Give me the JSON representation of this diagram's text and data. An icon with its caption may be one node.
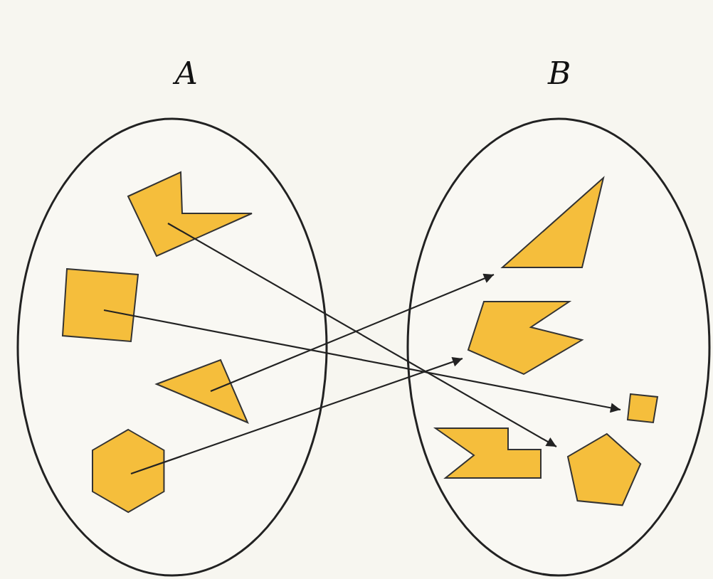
{
  "diagram": {
    "nodes": [
      {
        "text": [
          "A"
        ]
      },
      {
        "text": [],
        "shape": "polygon",
        "in": 0
      },
      {
        "text": [],
        "shape": "box",
        "in": 0
      },
      {
        "text": [],
        "shape": "triangle",
        "in": 0
      },
      {
        "text": [],
        "shape": "hexagon",
        "in": 0
      },
      {
        "text": [
          "B"
        ]
      },
      {
        "text": [],
        "shape": "triangle",
        "in": 5
      },
      {
        "text": [],
        "shape": "polygon",
        "in": 5
      },
      {
        "text": [],
        "shape": "box",
        "in": 5
      },
      {
        "text": [],
        "shape": "polygon",
        "in": 5
      },
      {
        "text": [],
        "shape": "pentagon",
        "in": 5
      }
    ],
    "edges": [
      {
        "from": 1,
        "to": 10,
        "arrow": "to"
      },
      {
        "from": 2,
        "to": 8,
        "arrow": "to"
      },
      {
        "from": 3,
        "to": 6,
        "arrow": "to"
      },
      {
        "from": 4,
        "to": 7,
        "arrow": "to"
      }
    ]
  }
}
